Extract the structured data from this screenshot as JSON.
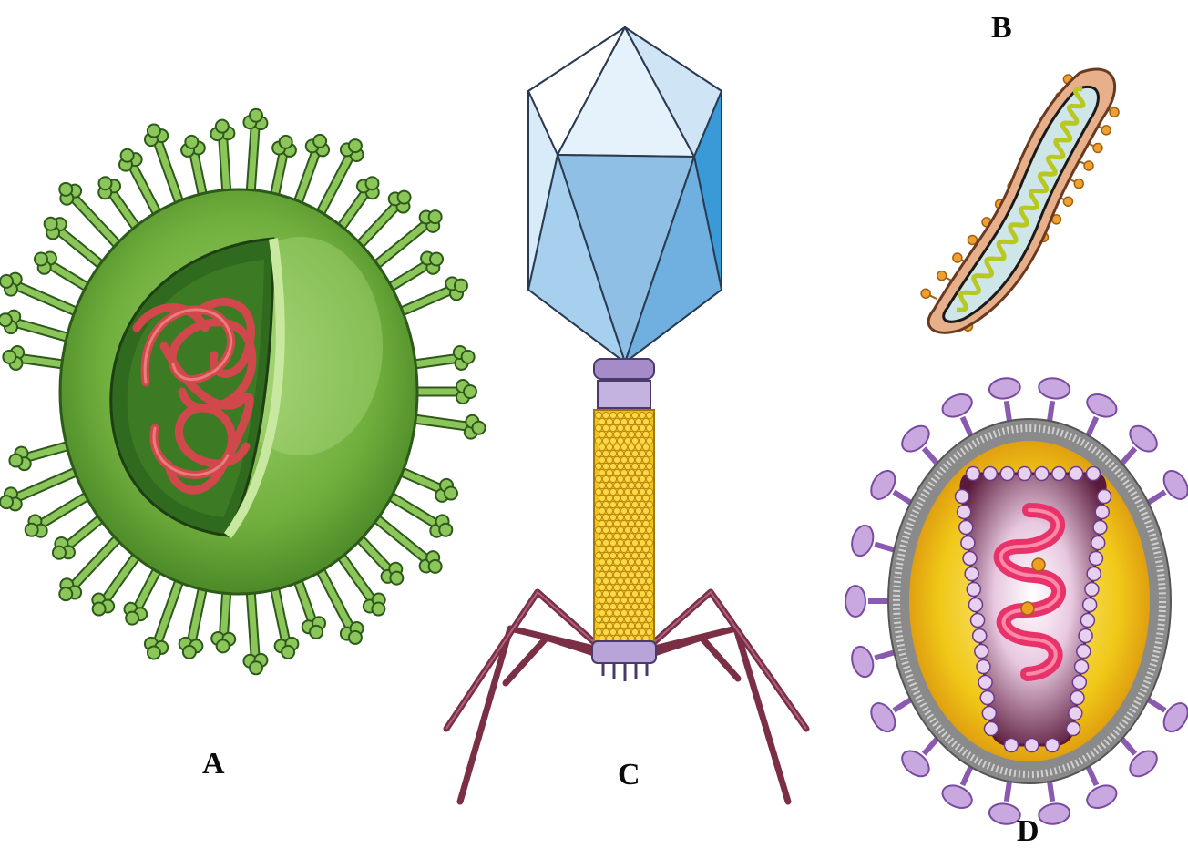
{
  "labels": {
    "a": "A",
    "b": "B",
    "c": "C",
    "d": "D"
  },
  "colors": {
    "virus_a_body": "#6fae3c",
    "virus_a_spike": "#8cc65a",
    "virus_a_genome": "#d9464f",
    "virus_b_envelope": "#e8b08a",
    "virus_b_spike": "#f0a030",
    "virus_b_genome": "#b8c820",
    "phage_head": "#8fc3e8",
    "phage_collar": "#a58cc8",
    "phage_sheath": "#f2c21c",
    "phage_fibers": "#7a2f45",
    "virus_d_glyco": "#c9a8e0",
    "virus_d_membrane": "#8a8a8a",
    "virus_d_matrix": "#f0c818",
    "virus_d_capsid": "#5a1a3a",
    "virus_d_rna": "#e8336a"
  }
}
